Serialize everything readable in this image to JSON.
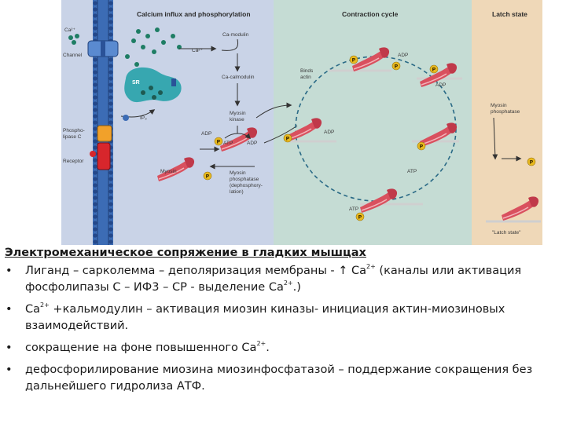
{
  "diagram": {
    "panels": {
      "calcium": "Calcium influx and phosphorylation",
      "contraction": "Contraction cycle",
      "latch": "Latch state"
    },
    "labels": {
      "ca_ext": "Ca²⁺",
      "channel": "Channel",
      "phospholipase_1": "Phospho-",
      "phospholipase_2": "lipase C",
      "receptor": "Receptor",
      "sr": "SR",
      "ip3": "IP₃",
      "calmodulin": "Ca-modulin",
      "ca_int": "Ca²⁺",
      "ca_calmodulin": "Ca-calmodulin",
      "mlck_1": "Myosin",
      "mlck_2": "kinase",
      "adp_kinase": "ADP",
      "atp_kinase": "ATP",
      "adp_kinase_out": "ADP",
      "myosin": "Myosin",
      "mp_1": "Myosin",
      "mp_2": "phosphatase",
      "mp_3": "(dephosphory-",
      "mp_4": "lation)",
      "p": "P",
      "binds_1": "Binds",
      "binds_2": "actin",
      "adp_top": "ADP",
      "adp_right": "ADP",
      "adp_left": "ADP",
      "atp_right": "ATP",
      "atp_bottom": "ATP",
      "latch_mp_1": "Myosin",
      "latch_mp_2": "phosphatase",
      "latch_caption": "\"Latch state\""
    },
    "colors": {
      "left_bg": "#c9d3e7",
      "middle_bg": "#c5dcd4",
      "right_bg": "#efd8b8",
      "membrane": "#3c6cb5",
      "myosin": "#d9505e",
      "phosphate": "#e8b91e",
      "dots": "#1e7d64",
      "sr": "#37a7b0"
    }
  },
  "text": {
    "heading": "Электромеханическое сопряжение в гладких мышцах",
    "bullet": "•",
    "items": [
      {
        "a": "Лиганд – сарколемма – деполяризация мембраны - ↑ Са",
        "sup1": "2+",
        "b": " (каналы или активация фосфолипазы С – ИФ3 – СР - выделение Са",
        "sup2": "2+",
        "c": ".)"
      },
      {
        "a": "Са",
        "sup1": "2+",
        "b": " +кальмодулин – активация миозин киназы- инициация актин-миозиновых взаимодействий."
      },
      {
        "a": " сокращение на фоне повышенного Са",
        "sup1": "2+",
        "b": "."
      },
      {
        "a": "дефосфорилирование миозина миозинфосфатазой – поддержание сокращения без дальнейшего гидролиза АТФ."
      }
    ]
  }
}
